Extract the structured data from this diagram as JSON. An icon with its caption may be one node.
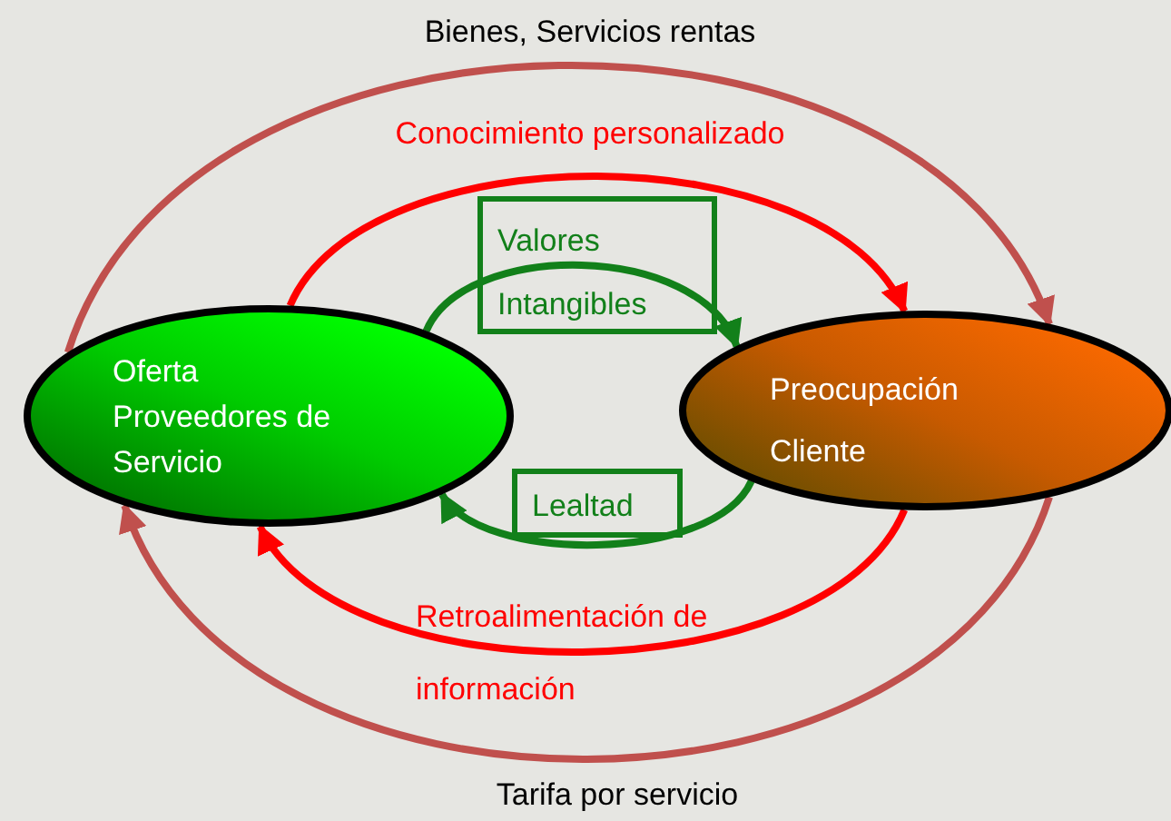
{
  "diagram": {
    "nodes": [
      {
        "text": [
          "Oferta",
          "Proveedores de Servicio"
        ]
      },
      {
        "text": [
          "Preocupación Cliente"
        ]
      }
    ],
    "edges": [
      {
        "from": 0,
        "to": 1,
        "arrow": "to",
        "label": "Bienes, Servicios rentas",
        "color": "#c0504d"
      },
      {
        "from": 0,
        "to": 1,
        "arrow": "to",
        "label": "Conocimiento personalizado",
        "color": "#ff0000"
      },
      {
        "from": 0,
        "to": 1,
        "arrow": "to",
        "label": "Valores Intangibles",
        "color": "#12801a"
      },
      {
        "from": 1,
        "to": 0,
        "arrow": "to",
        "label": "Lealtad",
        "color": "#12801a"
      },
      {
        "from": 1,
        "to": 0,
        "arrow": "to",
        "label": "Retroalimentación de información",
        "color": "#ff0000"
      },
      {
        "from": 1,
        "to": 0,
        "arrow": "to",
        "label": "Tarifa por servicio",
        "color": "#c0504d"
      }
    ]
  }
}
